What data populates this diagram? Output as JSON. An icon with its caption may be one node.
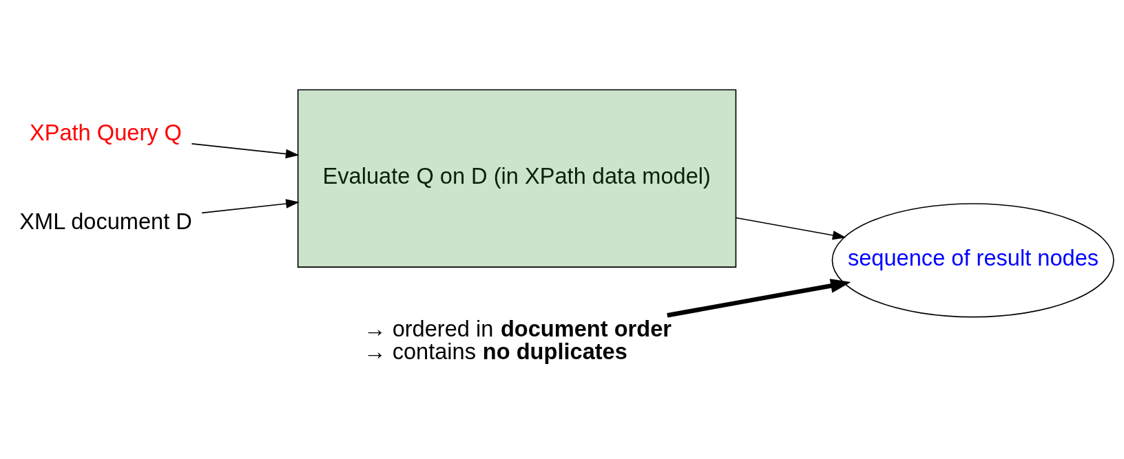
{
  "diagram": {
    "nodes": [
      {
        "text": [
          "XPath Query Q"
        ]
      },
      {
        "text": [
          "XML document D"
        ]
      },
      {
        "text": [
          "Evaluate Q on D (in XPath data model)"
        ]
      },
      {
        "text": [
          "sequence of result nodes"
        ]
      },
      {
        "text": [
          "→ ordered in **document order**",
          "→ contains **no duplicates**"
        ]
      }
    ],
    "edges": [
      {
        "from": 0,
        "to": 2,
        "arrow": "to"
      },
      {
        "from": 1,
        "to": 2,
        "arrow": "to"
      },
      {
        "from": 2,
        "to": 3,
        "arrow": "to"
      },
      {
        "from": 4,
        "to": 3,
        "arrow": "to",
        "style": "thick"
      }
    ]
  }
}
